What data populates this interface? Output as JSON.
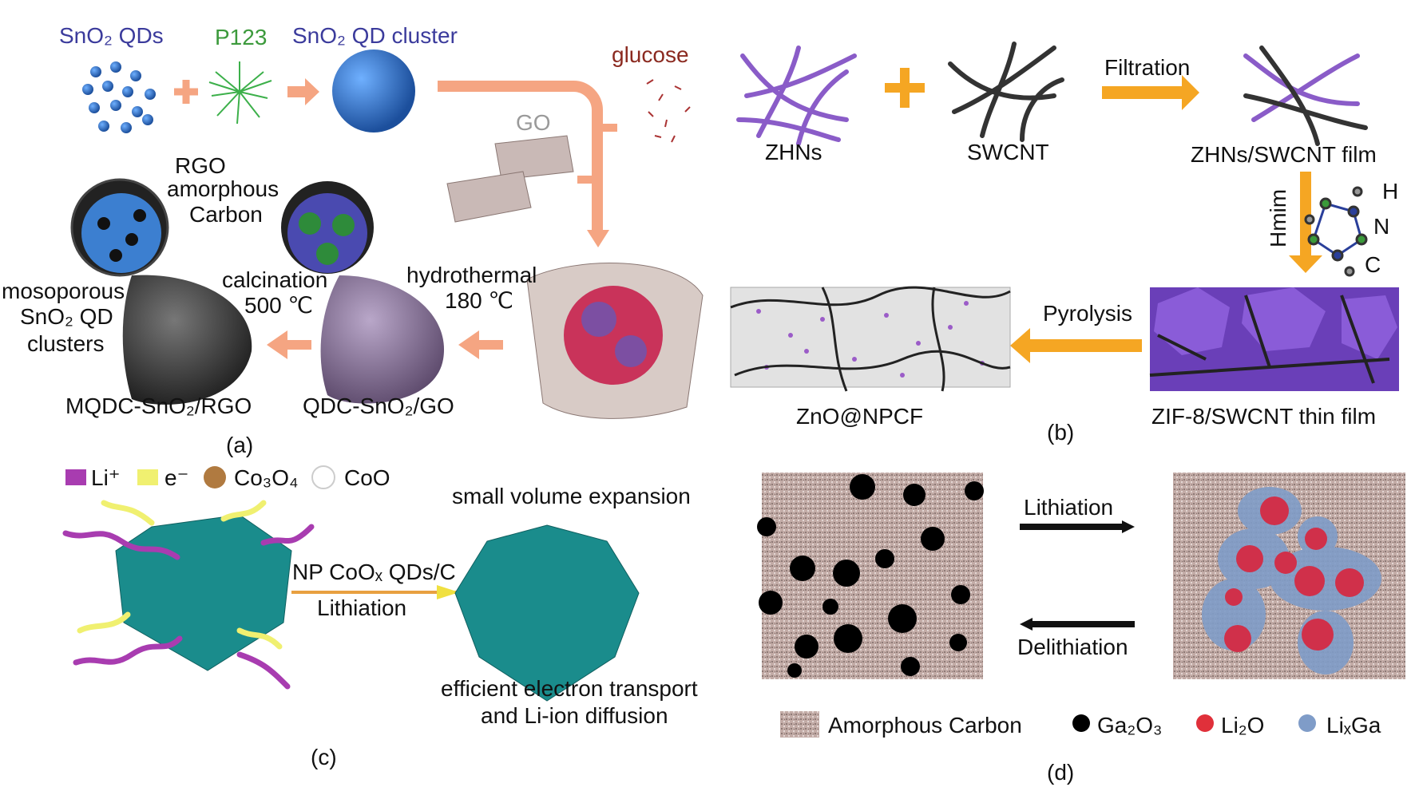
{
  "colors": {
    "salmon_arrow": "#f5a582",
    "gold_arrow": "#f5a623",
    "qd_blue": "#2f6fc4",
    "purple": "#8a5cc8",
    "carbon": "#b8a39e",
    "li2o": "#e0303a",
    "lixga": "#7f9cc8"
  },
  "panel_a": {
    "label": "(a)",
    "sno2_qds": "SnO₂ QDs",
    "p123": "P123",
    "qd_cluster": "SnO₂ QD cluster",
    "glucose": "glucose",
    "go": "GO",
    "rgo": "RGO",
    "amorphous": "amorphous",
    "carbon": "Carbon",
    "mesoporous_1": "mosoporous",
    "mesoporous_2": "SnO₂ QD",
    "mesoporous_3": "clusters",
    "calcination": "calcination",
    "calc_temp": "500 ℃",
    "hydrothermal": "hydrothermal",
    "hydro_temp": "180 ℃",
    "product_1": "MQDC-SnO₂/RGO",
    "product_2": "QDC-SnO₂/GO"
  },
  "panel_b": {
    "label": "(b)",
    "zhns": "ZHNs",
    "swcnt": "SWCNT",
    "filtration": "Filtration",
    "film": "ZHNs/SWCNT film",
    "hmim": "Hmim",
    "atom_h": "H",
    "atom_n": "N",
    "atom_c": "C",
    "pyrolysis": "Pyrolysis",
    "zno": "ZnO@NPCF",
    "zif": "ZIF-8/SWCNT thin film"
  },
  "panel_c": {
    "label": "(c)",
    "legend": {
      "li": "Li⁺",
      "e": "e⁻",
      "co3o4": "Co₃O₄",
      "coo": "CoO"
    },
    "top": "small volume expansion",
    "arrow_top": "NP CoOₓ QDs/C",
    "arrow_bottom": "Lithiation",
    "bottom_1": "efficient electron transport",
    "bottom_2": "and Li-ion diffusion"
  },
  "panel_d": {
    "label": "(d)",
    "lithiation": "Lithiation",
    "delithiation": "Delithiation",
    "legend": {
      "carbon": "Amorphous Carbon",
      "ga2o3": "Ga₂O₃",
      "li2o": "Li₂O",
      "lixga": "LiₓGa"
    }
  }
}
